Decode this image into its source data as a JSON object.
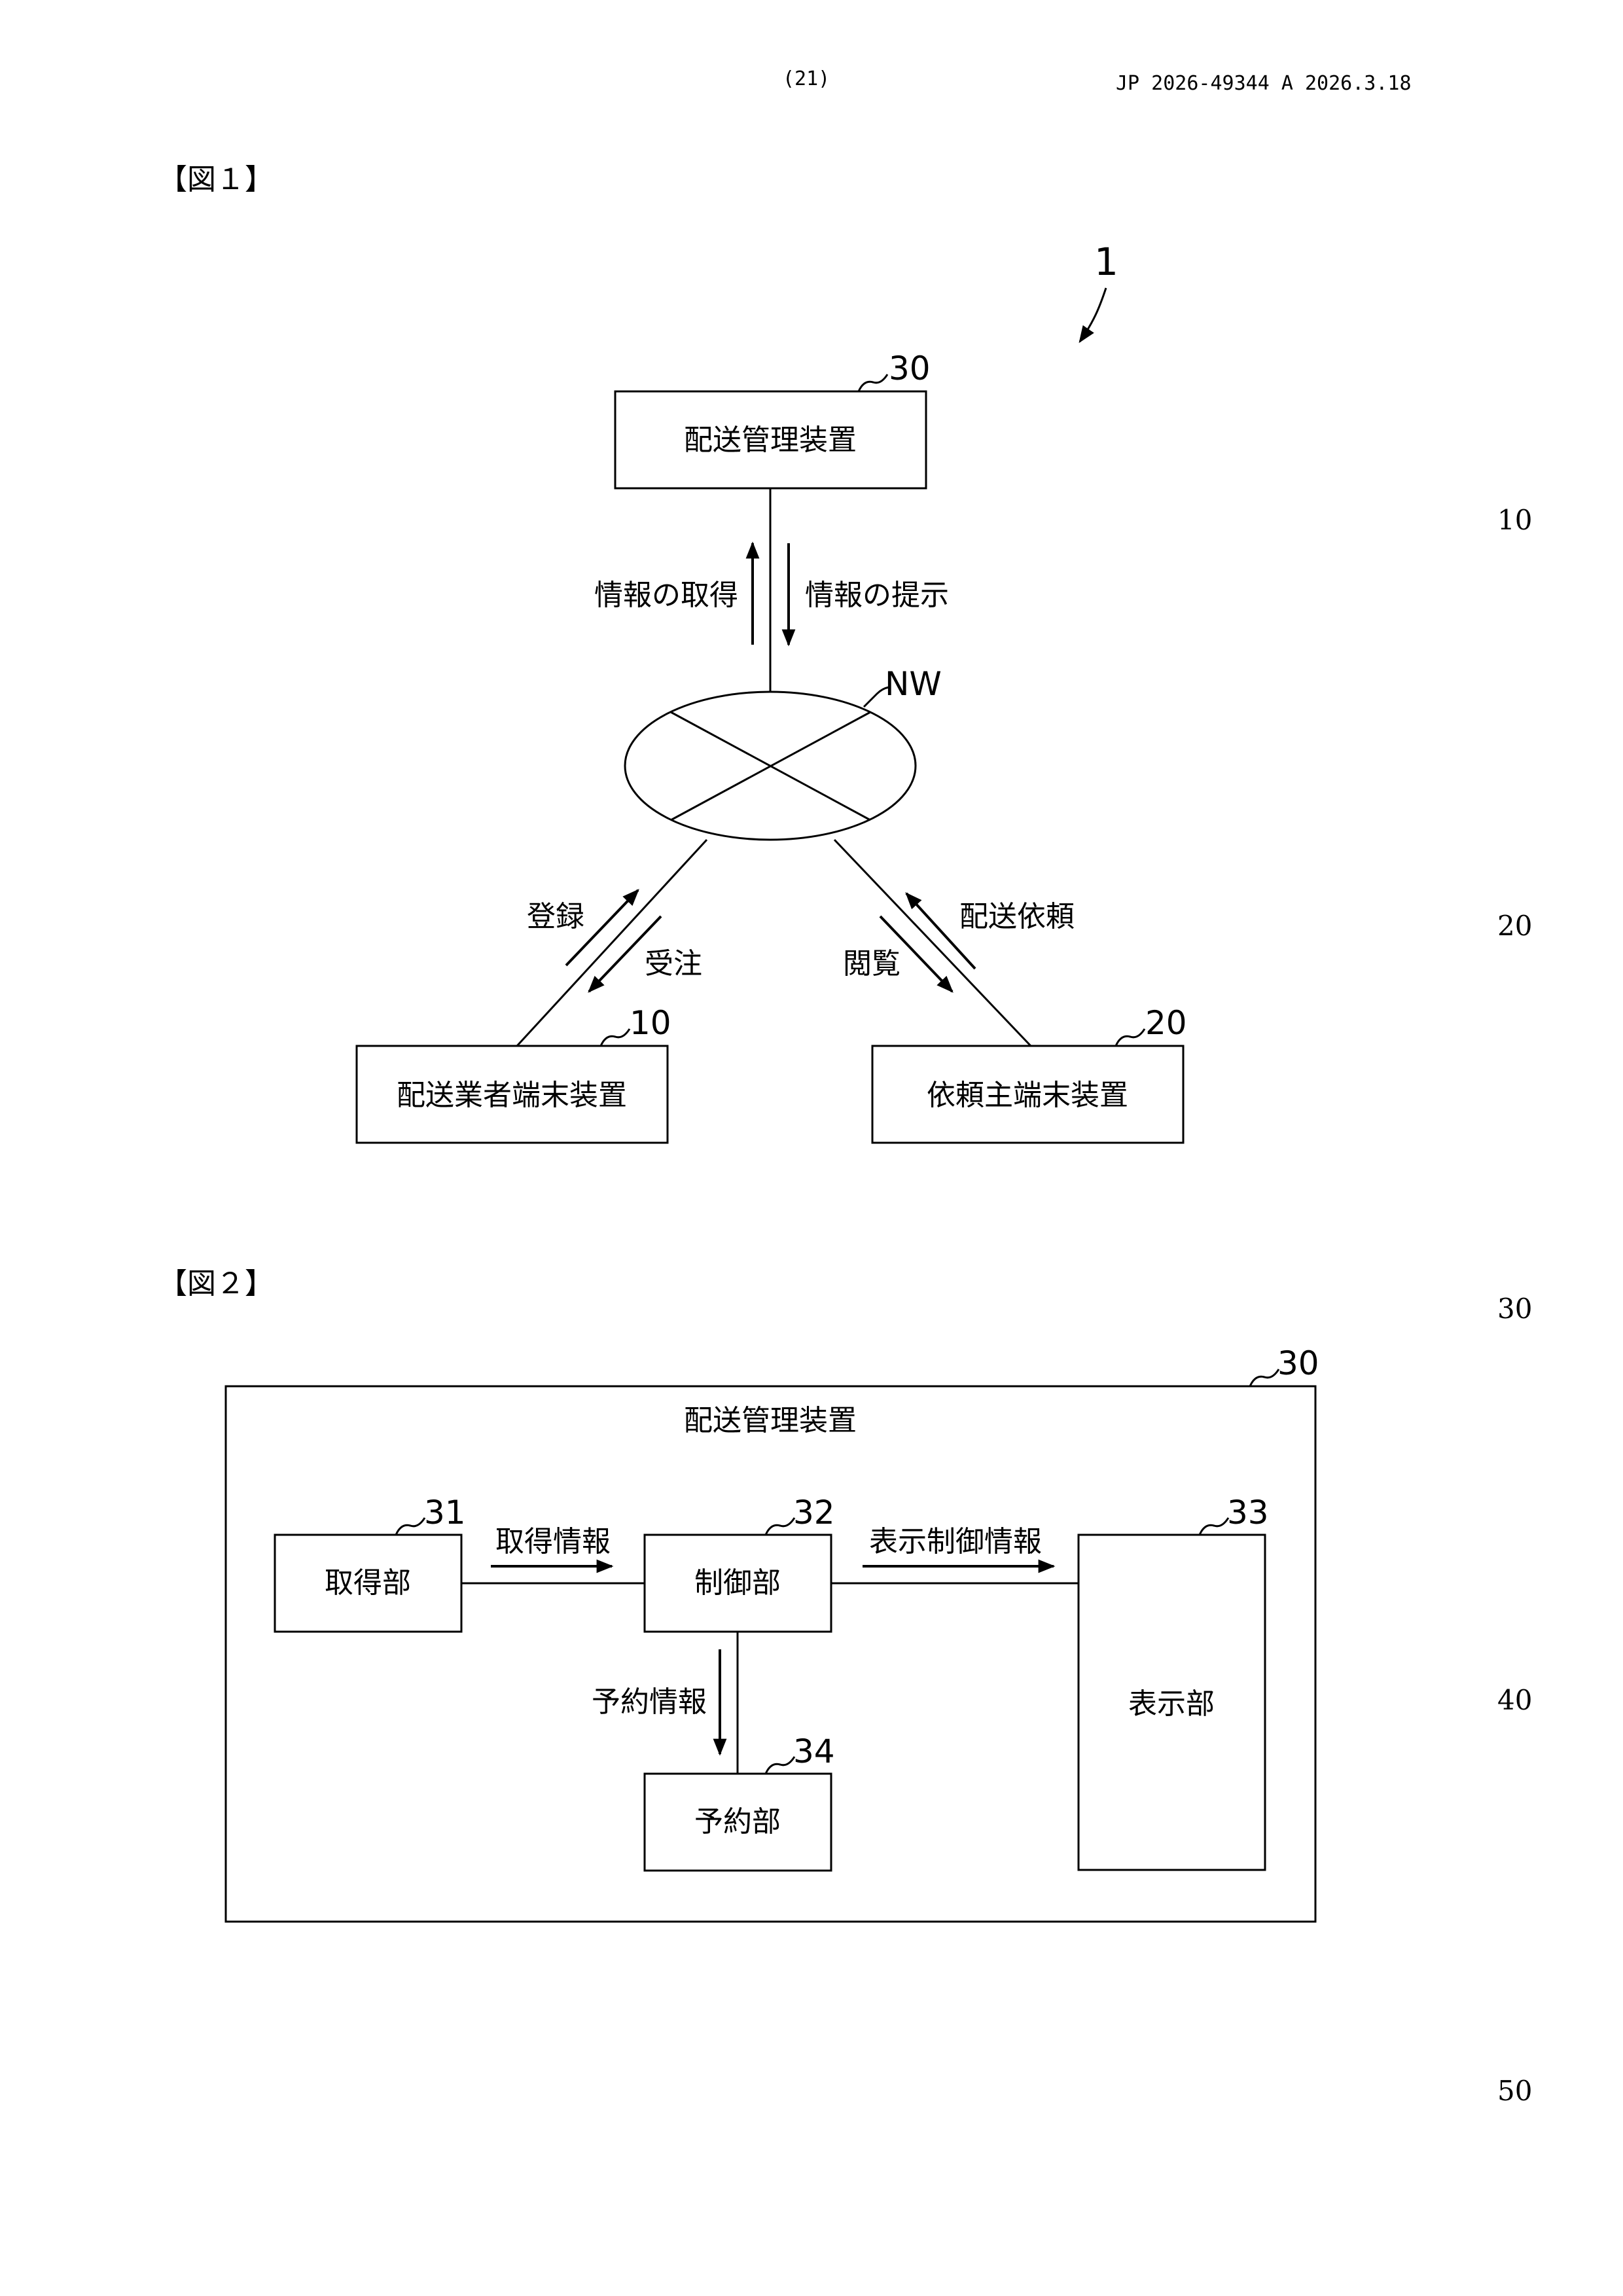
{
  "header": {
    "page_number": "(21)",
    "publication": "JP  2026-49344  A  2026.3.18"
  },
  "line_numbers": [
    "10",
    "20",
    "30",
    "40",
    "50"
  ],
  "figure1": {
    "title": "【図１】",
    "system_ref": "1",
    "nodes": {
      "server": {
        "ref": "30",
        "label": "配送管理装置"
      },
      "network": {
        "ref": "NW"
      },
      "carrier": {
        "ref": "10",
        "label": "配送業者端末装置"
      },
      "requester": {
        "ref": "20",
        "label": "依頼主端末装置"
      }
    },
    "flows": {
      "acquire": "情報の取得",
      "present": "情報の提示",
      "register": "登録",
      "accept": "受注",
      "request": "配送依頼",
      "browse": "閲覧"
    }
  },
  "figure2": {
    "title": "【図２】",
    "container": {
      "ref": "30",
      "label": "配送管理装置"
    },
    "units": {
      "acquisition": {
        "ref": "31",
        "label": "取得部"
      },
      "control": {
        "ref": "32",
        "label": "制御部"
      },
      "display": {
        "ref": "33",
        "label": "表示部"
      },
      "reservation": {
        "ref": "34",
        "label": "予約部"
      }
    },
    "flows": {
      "acquired_info": "取得情報",
      "display_control_info": "表示制御情報",
      "reservation_info": "予約情報"
    }
  }
}
